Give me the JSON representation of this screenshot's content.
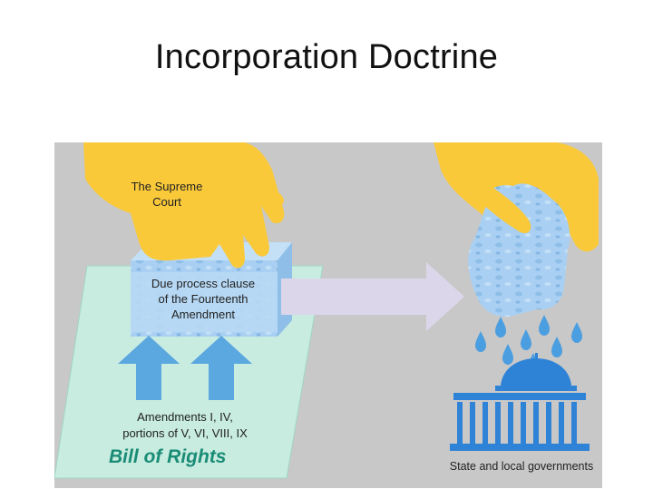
{
  "slide": {
    "title": "Incorporation Doctrine"
  },
  "diagram": {
    "hand_label": "The Supreme Court",
    "hand_label_lines": [
      "The Supreme",
      "Court"
    ],
    "sponge_label_lines": [
      "Due process clause",
      "of the Fourteenth",
      "Amendment"
    ],
    "amendments_lines": [
      "Amendments I, IV,",
      "portions of V, VI, VIII, IX"
    ],
    "bill_of_rights": "Bill of Rights",
    "state_label": "State and local governments"
  },
  "colors": {
    "background_panel": "#c8c8c8",
    "hand": "#f9c93a",
    "sponge": "#a9d0f2",
    "paper": "#c8ece0",
    "up_arrows": "#5ba7e0",
    "transfer_arrow": "#dcd6ea",
    "drops": "#4b9ee0",
    "building": "#2f83d6",
    "bill_of_rights_text": "#1a8c76"
  }
}
